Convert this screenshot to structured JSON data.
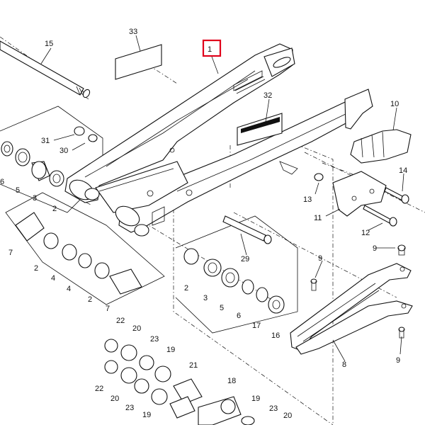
{
  "diagram": {
    "highlight_color": "#e0001b",
    "highlighted_callout": "1",
    "callouts": [
      {
        "id": "c1",
        "text": "1"
      },
      {
        "id": "c2a",
        "text": "2"
      },
      {
        "id": "c2b",
        "text": "2"
      },
      {
        "id": "c2c",
        "text": "2"
      },
      {
        "id": "c2d",
        "text": "2"
      },
      {
        "id": "c3a",
        "text": "3"
      },
      {
        "id": "c3b",
        "text": "3"
      },
      {
        "id": "c4a",
        "text": "4"
      },
      {
        "id": "c4b",
        "text": "4"
      },
      {
        "id": "c5a",
        "text": "5"
      },
      {
        "id": "c5b",
        "text": "5"
      },
      {
        "id": "c6a",
        "text": "6"
      },
      {
        "id": "c6b",
        "text": "6"
      },
      {
        "id": "c7a",
        "text": "7"
      },
      {
        "id": "c7b",
        "text": "7"
      },
      {
        "id": "c8",
        "text": "8"
      },
      {
        "id": "c9a",
        "text": "9"
      },
      {
        "id": "c9b",
        "text": "9"
      },
      {
        "id": "c9c",
        "text": "9"
      },
      {
        "id": "c10",
        "text": "10"
      },
      {
        "id": "c11",
        "text": "11"
      },
      {
        "id": "c12",
        "text": "12"
      },
      {
        "id": "c13",
        "text": "13"
      },
      {
        "id": "c14",
        "text": "14"
      },
      {
        "id": "c15",
        "text": "15"
      },
      {
        "id": "c16",
        "text": "16"
      },
      {
        "id": "c17",
        "text": "17"
      },
      {
        "id": "c18",
        "text": "18"
      },
      {
        "id": "c19a",
        "text": "19"
      },
      {
        "id": "c19b",
        "text": "19"
      },
      {
        "id": "c19c",
        "text": "19"
      },
      {
        "id": "c20a",
        "text": "20"
      },
      {
        "id": "c20b",
        "text": "20"
      },
      {
        "id": "c20c",
        "text": "20"
      },
      {
        "id": "c21",
        "text": "21"
      },
      {
        "id": "c22a",
        "text": "22"
      },
      {
        "id": "c22b",
        "text": "22"
      },
      {
        "id": "c23a",
        "text": "23"
      },
      {
        "id": "c23b",
        "text": "23"
      },
      {
        "id": "c23c",
        "text": "23"
      },
      {
        "id": "c29",
        "text": "29"
      },
      {
        "id": "c30",
        "text": "30"
      },
      {
        "id": "c31",
        "text": "31"
      },
      {
        "id": "c32",
        "text": "32"
      },
      {
        "id": "c33",
        "text": "33"
      }
    ]
  }
}
